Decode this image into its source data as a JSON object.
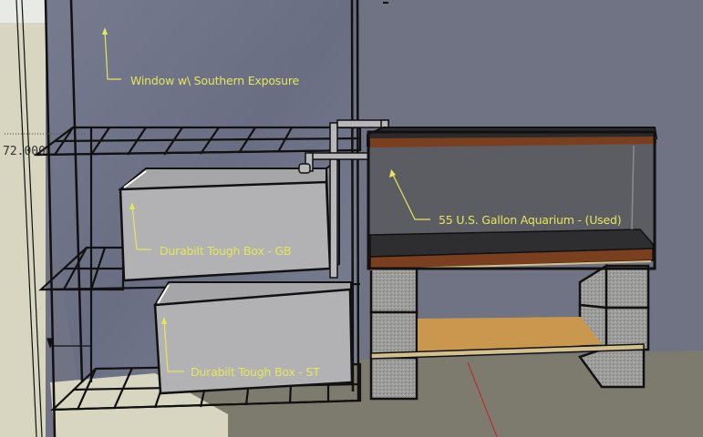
{
  "app": "3D modeling viewport",
  "dimension": {
    "value": "72.000"
  },
  "labels": {
    "window": "Window w\\ Southern Exposure",
    "aquarium": "55 U.S. Gallon Aquarium - (Used)",
    "box_gb": "Durabilt Tough Box - GB",
    "box_st": "Durabilt Tough Box - ST"
  },
  "colors": {
    "wall": "#6f7384",
    "window_glass": "#6b7087",
    "floor_light": "#d8d6c0",
    "floor_dark": "#7d7b6e",
    "box": "#b2b2b4",
    "label_text": "#e6e65a",
    "wood": "#7a3f1e",
    "cinder": "#9a9a98",
    "plywood": "#c9984e",
    "red_axis": "#c42020"
  }
}
